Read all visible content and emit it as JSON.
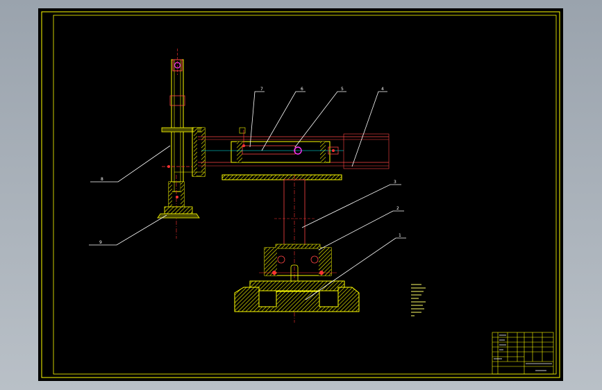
{
  "drawing": {
    "colors": {
      "background": "#000000",
      "outline": "#ffff00",
      "hatch": "#ffff00",
      "centerline": "#ff3333",
      "part": "#ff4444",
      "leader": "#ffffff",
      "accent": "#ff33ff"
    },
    "callouts": [
      {
        "id": "c7",
        "label": "7"
      },
      {
        "id": "c6",
        "label": "6"
      },
      {
        "id": "c5",
        "label": "5"
      },
      {
        "id": "c4",
        "label": "4"
      },
      {
        "id": "c3",
        "label": "3"
      },
      {
        "id": "c2",
        "label": "2"
      },
      {
        "id": "c1",
        "label": "1"
      },
      {
        "id": "c8",
        "label": "8"
      },
      {
        "id": "c9",
        "label": "9"
      }
    ],
    "notes": {
      "lines": []
    },
    "title_block": {
      "part_name": "",
      "cells": []
    }
  }
}
